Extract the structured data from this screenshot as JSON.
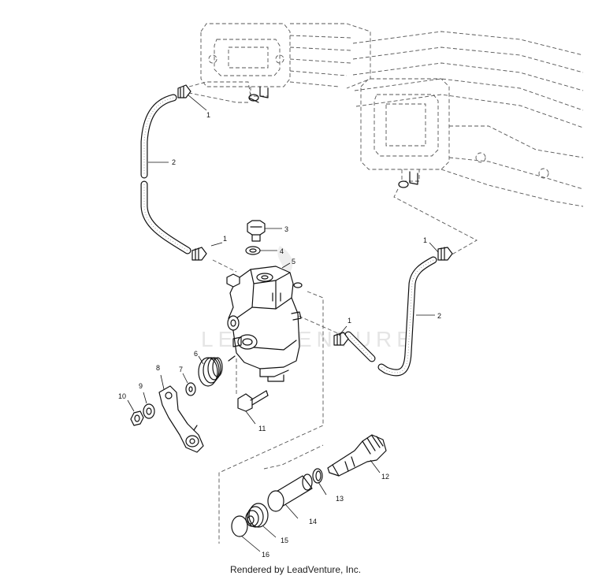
{
  "diagram": {
    "callouts": [
      "1",
      "2",
      "3",
      "4",
      "5",
      "6",
      "7",
      "8",
      "9",
      "10",
      "11",
      "12",
      "13",
      "14",
      "15",
      "16"
    ],
    "watermark_text": "LEADVENTURE"
  },
  "footer": {
    "text": "Rendered by LeadVenture, Inc."
  }
}
